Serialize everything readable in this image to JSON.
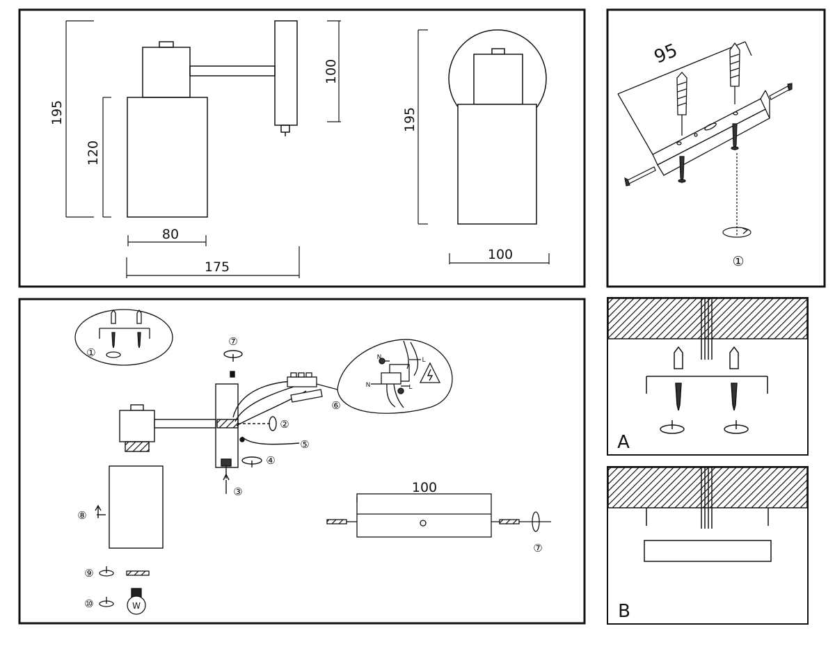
{
  "dimensions_panel": {
    "side_view": {
      "total_height": "195",
      "shade_height": "120",
      "shade_width": "80",
      "projection": "175",
      "backplate_height": "100"
    },
    "front_view": {
      "total_height": "195",
      "width": "100"
    }
  },
  "mounting_panel": {
    "bracket_width": "95",
    "step": "①"
  },
  "assembly_panel": {
    "inset_step": "①",
    "steps": {
      "s2": "②",
      "s3": "③",
      "s4": "④",
      "s5": "⑤",
      "s6": "⑥",
      "s7_top": "⑦",
      "s7_bottom": "⑦",
      "s8": "⑧",
      "s9": "⑨",
      "s10": "⑩"
    },
    "terminal_labels": {
      "neutral_top": "N",
      "live_top": "L",
      "neutral_bottom": "N",
      "live_bottom": "L"
    },
    "bulb_letter": "W",
    "bracket_width": "100"
  },
  "ceiling_panel_a": {
    "label": "A"
  },
  "ceiling_panel_b": {
    "label": "B"
  },
  "colors": {
    "line": "#111111",
    "background": "#ffffff"
  }
}
